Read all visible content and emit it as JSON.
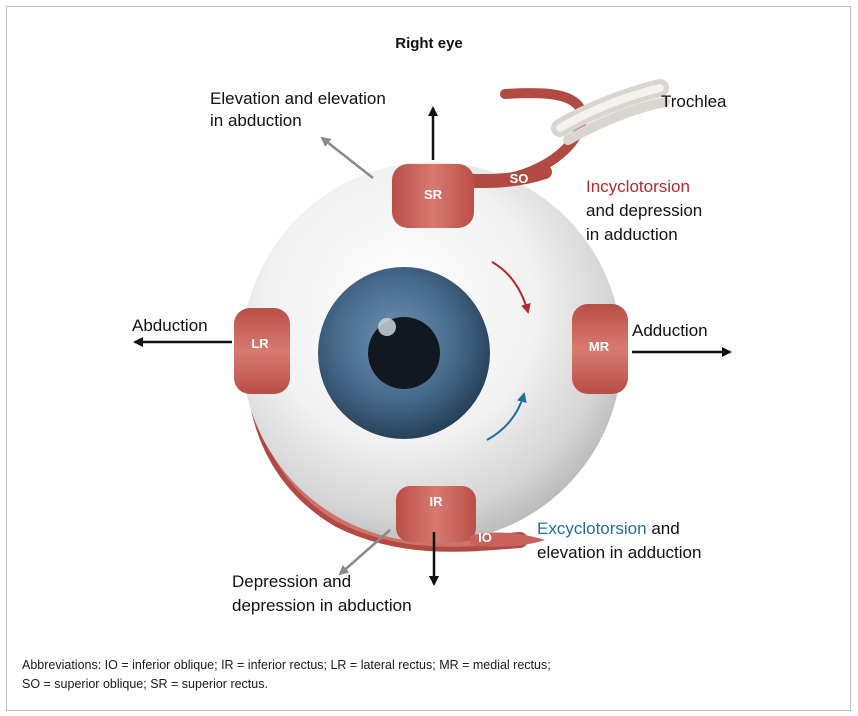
{
  "title": "Right eye",
  "muscles": {
    "sr": "SR",
    "so": "SO",
    "lr": "LR",
    "mr": "MR",
    "ir": "IR",
    "io": "IO"
  },
  "labels": {
    "trochlea": "Trochlea",
    "elevation_line1": "Elevation and elevation",
    "elevation_line2": "in abduction",
    "incyclo_word": "Incyclotorsion",
    "incyclo_line2": "and depression",
    "incyclo_line3": "in adduction",
    "abduction": "Abduction",
    "adduction": "Adduction",
    "excyclo_word": "Excyclotorsion",
    "excyclo_rest": " and",
    "excyclo_line2": "elevation in adduction",
    "depression_line1": "Depression and",
    "depression_line2": "depression in abduction"
  },
  "caption": {
    "line1": "Abbreviations: IO = inferior oblique; IR = inferior rectus; LR = lateral rectus; MR = medial rectus;",
    "line2": "SO = superior oblique; SR = superior rectus."
  },
  "colors": {
    "muscle": "#c8625a",
    "incyclotorsion": "#b5282e",
    "excyclotorsion": "#1f6ea1",
    "iris": "#3f6482"
  }
}
